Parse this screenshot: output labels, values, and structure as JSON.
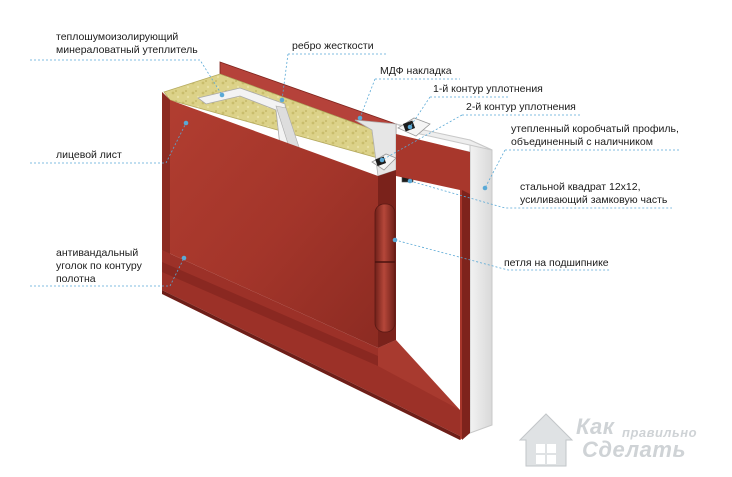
{
  "labels": {
    "insulation": "теплошумоизолирующий\nминераловатный утеплитель",
    "stiffener": "ребро жесткости",
    "mdf": "МДФ накладка",
    "seal1": "1-й контур уплотнения",
    "seal2": "2-й контур уплотнения",
    "profile": "утепленный коробчатый профиль,\nобъединенный с наличником",
    "face_sheet": "лицевой лист",
    "steel_square": "стальной квадрат 12х12,\nусиливающий замковую часть",
    "antivandal": "антивандальный\nуголок по контуру\nполотна",
    "hinge": "петля на подшипнике"
  },
  "logo": {
    "line1": "Как",
    "line1b": "правильно",
    "line2": "Сделать"
  },
  "colors": {
    "door_red": "#a8372c",
    "door_dark": "#7e231c",
    "insulation": "#d9cf86",
    "frame": "#e8e8e8",
    "leader": "#5aa9d6"
  }
}
